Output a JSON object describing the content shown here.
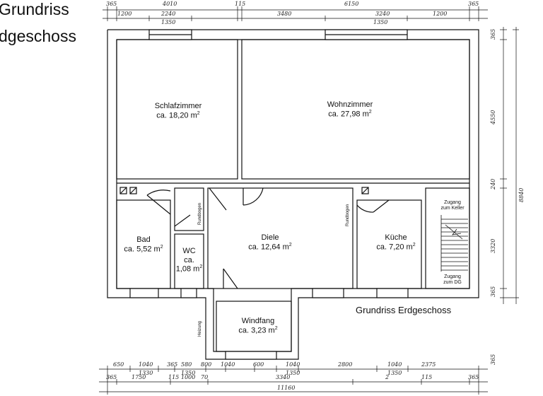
{
  "header": {
    "line1": "Grundriss",
    "line2": "dgeschoss"
  },
  "rooms": {
    "schlafzimmer": {
      "name": "Schlafzimmer",
      "area": "ca. 18,20 m",
      "unit_sup": "2"
    },
    "wohnzimmer": {
      "name": "Wohnzimmer",
      "area": "ca. 27,98 m",
      "unit_sup": "2"
    },
    "bad": {
      "name": "Bad",
      "area": "ca. 5,52 m",
      "unit_sup": "2"
    },
    "wc": {
      "name": "WC",
      "area_line1": "ca.",
      "area_line2": "1,08 m",
      "unit_sup": "2"
    },
    "diele": {
      "name": "Diele",
      "area": "ca. 12,64 m",
      "unit_sup": "2"
    },
    "kueche": {
      "name": "Küche",
      "area": "ca. 7,20 m",
      "unit_sup": "2"
    },
    "windfang": {
      "name": "Windfang",
      "area": "ca. 3,23 m",
      "unit_sup": "2"
    }
  },
  "stairs": {
    "top_line1": "Zugang",
    "top_line2": "zum Keller",
    "bottom_line1": "Zugang",
    "bottom_line2": "zum DG"
  },
  "vertical_labels": {
    "rundbogen_1": "Rundbogen",
    "rundbogen_2": "Rundbogen",
    "heizung": "Heizung"
  },
  "caption": "Grundriss Erdgeschoss",
  "dimensions": {
    "top_row1": [
      "365",
      "4010",
      "115",
      "6150",
      "365"
    ],
    "top_row2": [
      "1200",
      "2240",
      "3480",
      "3240",
      "1200"
    ],
    "top_row2_sub": [
      "1350",
      "1350"
    ],
    "right": [
      "365",
      "4550",
      "240",
      "8840",
      "3320",
      "365",
      "365"
    ],
    "bottom_row1": [
      "650",
      "1040",
      "365",
      "580",
      "800",
      "1040",
      "600",
      "1040",
      "2800",
      "1040",
      "2375"
    ],
    "bottom_row1_sub": [
      "1330",
      "1350",
      "1350",
      "1350"
    ],
    "bottom_row2": [
      "365",
      "1750",
      "115",
      "1000",
      "70",
      "3340",
      "2",
      "115",
      "365"
    ],
    "bottom_total": "11160"
  }
}
